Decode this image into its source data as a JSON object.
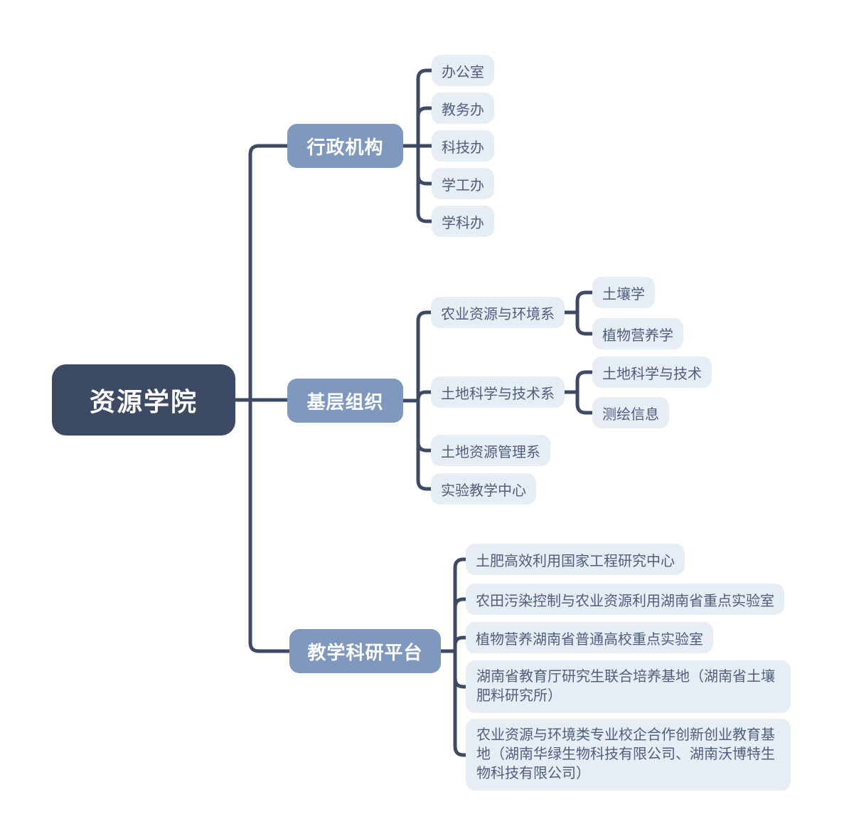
{
  "mindmap": {
    "root": {
      "label": "资源学院"
    },
    "branches": [
      {
        "label": "行政机构",
        "children": [
          {
            "label": "办公室"
          },
          {
            "label": "教务办"
          },
          {
            "label": "科技办"
          },
          {
            "label": "学工办"
          },
          {
            "label": "学科办"
          }
        ]
      },
      {
        "label": "基层组织",
        "children": [
          {
            "label": "农业资源与环境系",
            "children": [
              {
                "label": "土壤学"
              },
              {
                "label": "植物营养学"
              }
            ]
          },
          {
            "label": "土地科学与技术系",
            "children": [
              {
                "label": "土地科学与技术"
              },
              {
                "label": "测绘信息"
              }
            ]
          },
          {
            "label": "土地资源管理系"
          },
          {
            "label": "实验教学中心"
          }
        ]
      },
      {
        "label": "教学科研平台",
        "children": [
          {
            "label": "土肥高效利用国家工程研究中心"
          },
          {
            "label": "农田污染控制与农业资源利用湖南省重点实验室"
          },
          {
            "label": "植物营养湖南省普通高校重点实验室"
          },
          {
            "label": "湖南省教育厅研究生联合培养基地（湖南省土壤肥料研究所）"
          },
          {
            "label": "农业资源与环境类专业校企合作创新创业教育基地（湖南华绿生物科技有限公司、湖南沃博特生物科技有限公司）"
          }
        ]
      }
    ],
    "colors": {
      "root_fill": "#3d4a63",
      "branch_fill": "#7e98be",
      "leaf_fill": "#e7edf5",
      "leaf_text": "#4e5f7e",
      "connector": "#3d4a63",
      "background": "#ffffff"
    }
  }
}
